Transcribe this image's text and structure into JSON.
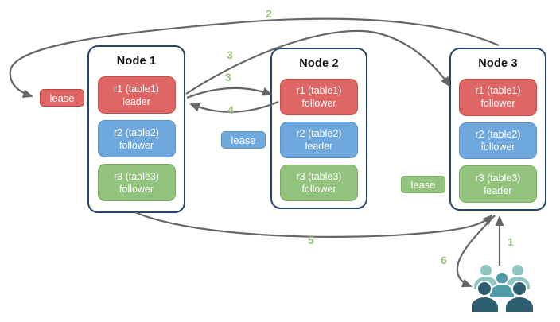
{
  "nodes": [
    {
      "title": "Node 1",
      "replicas": [
        {
          "label": "r1 (table1)",
          "role": "leader"
        },
        {
          "label": "r2 (table2)",
          "role": "follower"
        },
        {
          "label": "r3 (table3)",
          "role": "follower"
        }
      ]
    },
    {
      "title": "Node 2",
      "replicas": [
        {
          "label": "r1 (table1)",
          "role": "follower"
        },
        {
          "label": "r2 (table2)",
          "role": "leader"
        },
        {
          "label": "r3 (table3)",
          "role": "follower"
        }
      ]
    },
    {
      "title": "Node 3",
      "replicas": [
        {
          "label": "r1 (table1)",
          "role": "follower"
        },
        {
          "label": "r2 (table2)",
          "role": "follower"
        },
        {
          "label": "r3 (table3)",
          "role": "leader"
        }
      ]
    }
  ],
  "leases": [
    {
      "label": "lease",
      "color": "#e06666"
    },
    {
      "label": "lease",
      "color": "#6fa8dc"
    },
    {
      "label": "lease",
      "color": "#93c47d"
    }
  ],
  "arrows": [
    {
      "label": "1"
    },
    {
      "label": "2"
    },
    {
      "label": "3"
    },
    {
      "label": "3"
    },
    {
      "label": "4"
    },
    {
      "label": "5"
    },
    {
      "label": "6"
    }
  ],
  "colors": {
    "replica_red": "#e06666",
    "replica_blue": "#6fa8dc",
    "replica_green": "#93c47d",
    "node_border": "#24456e",
    "arrow_gray": "#666666",
    "arrow_label_green": "#93c47d",
    "users_back_row": "#8fc6c4",
    "users_middle": "#4f9ba8",
    "users_front_row": "#2e5d70"
  },
  "icons": {
    "users": "users-group-icon"
  }
}
